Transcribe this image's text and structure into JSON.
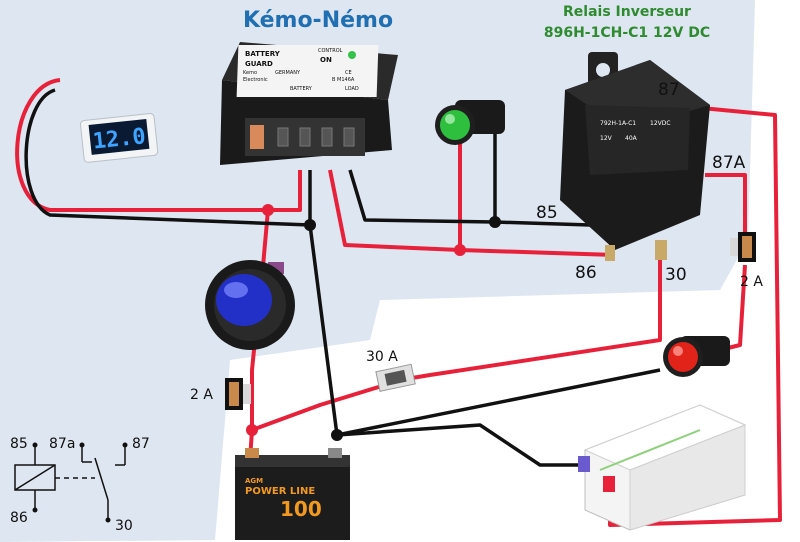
{
  "titles": {
    "module": "Kémo-Némo",
    "relay_line1": "Relais Inverseur",
    "relay_line2": "896H-1CH-C1 12V DC"
  },
  "relay_pins": {
    "p87": "87",
    "p87a": "87A",
    "p85": "85",
    "p86": "86",
    "p30": "30"
  },
  "fuses": {
    "left": "2 A",
    "middle": "30 A",
    "right": "2 A"
  },
  "voltmeter": {
    "reading": "12.0"
  },
  "battery_guard": {
    "line1": "BATTERY",
    "line2": "GUARD",
    "control": "CONTROL",
    "on": "ON",
    "brand": "Kemo",
    "germany": "GERMANY",
    "model": "B M146A",
    "electronic": "Electronic",
    "term_battery": "BATTERY",
    "term_load": "LOAD",
    "ce": "CE"
  },
  "relay_case": {
    "line1": "792H-1A-C1",
    "line2": "12V",
    "line3": "40A",
    "line4": "12VDC"
  },
  "battery": {
    "agm": "AGM",
    "model": "POWER LINE",
    "capacity": "100"
  },
  "schematic": {
    "p85": "85",
    "p87a": "87a",
    "p87": "87",
    "p86": "86",
    "p30": "30"
  },
  "colors": {
    "wire_positive": "#e8213a",
    "wire_negative": "#111111",
    "title_blue": "#1f6fb2",
    "title_green": "#2e8b2e",
    "background_panel": "#dde6f1"
  }
}
